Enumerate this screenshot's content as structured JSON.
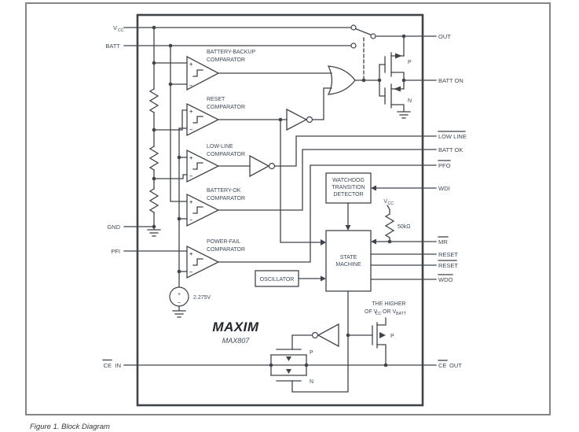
{
  "figure": {
    "caption": "Figure 1. Block Diagram"
  },
  "chip": {
    "brand": "MAXIM",
    "part": "MAX807"
  },
  "colors": {
    "line": "#3f444b",
    "text": "#3d4956",
    "border": "#858585"
  },
  "pins": {
    "left": {
      "vcc_v": "V",
      "vcc_sub": "CC",
      "batt": "BATT",
      "gnd": "GND",
      "pfi": "PFI",
      "cein_ce": "CE",
      "cein_in": "IN"
    },
    "right": {
      "out": "OUT",
      "batton": "BATT ON",
      "lowline": "LOW LINE",
      "battok": "BATT OK",
      "pfo": "PFO",
      "wdi": "WDI",
      "mr": "MR",
      "reset": "RESET",
      "reset_n": "RESET",
      "wdo": "WDO",
      "ceout_ce": "CE",
      "ceout_out": "OUT"
    }
  },
  "comparators": {
    "battery_backup": {
      "l1": "BATTERY-BACKUP",
      "l2": "COMPARATOR"
    },
    "reset": {
      "l1": "RESET",
      "l2": "COMPARATOR"
    },
    "low_line": {
      "l1": "LOW-LINE",
      "l2": "COMPARATOR"
    },
    "battery_ok": {
      "l1": "BATTERY-OK",
      "l2": "COMPARATOR"
    },
    "power_fail": {
      "l1": "POWER-FAIL",
      "l2": "COMPARATOR"
    }
  },
  "blocks": {
    "watchdog": {
      "l1": "WATCHDOG",
      "l2": "TRANSITION",
      "l3": "DETECTOR"
    },
    "state_machine": {
      "l1": "STATE",
      "l2": "MACHINE"
    },
    "oscillator": "OSCILLATOR"
  },
  "values": {
    "vref": "2.275V",
    "r_pullup": "50kΩ",
    "vcc2_v": "V",
    "vcc2_sub": "CC"
  },
  "notes": {
    "higher1": "THE HIGHER",
    "higher2a": "OF V",
    "higher2b": "CC",
    "higher2c": "OR V",
    "higher2d": "BATT"
  },
  "fets": {
    "p_top": "P",
    "n_top": "N",
    "p_tg": "P",
    "n_tg": "N",
    "p_ce": "P"
  },
  "signs": {
    "plus": "+",
    "minus": "–"
  }
}
